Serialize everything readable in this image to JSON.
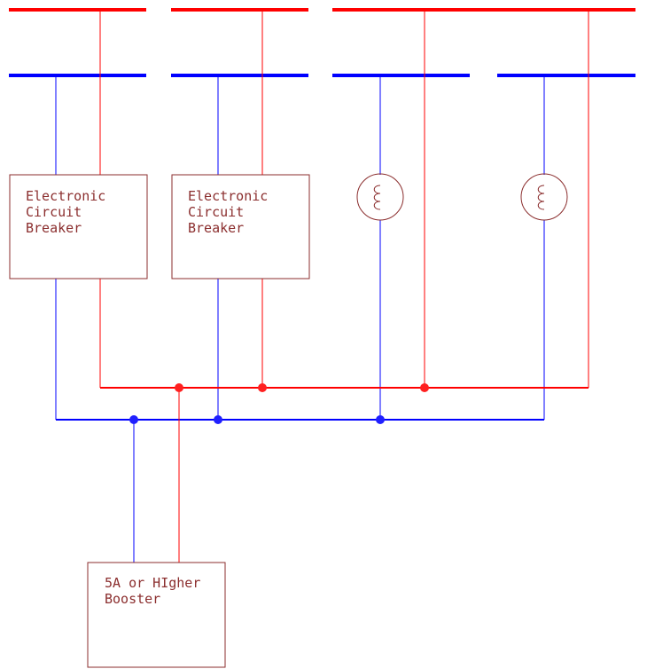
{
  "colors": {
    "positive": "#ff0000",
    "negative": "#0000ff",
    "box_outline": "#8b2e2e",
    "text": "#8b2e2e",
    "junction_positive": "#ff2020",
    "junction_negative": "#2020ff"
  },
  "breakers": [
    {
      "lines": [
        "Electronic",
        "Circuit",
        "Breaker"
      ]
    },
    {
      "lines": [
        "Electronic",
        "Circuit",
        "Breaker"
      ]
    }
  ],
  "lamps": [
    {
      "icon": "lamp-icon"
    },
    {
      "icon": "lamp-icon"
    }
  ],
  "booster": {
    "lines": [
      "5A or HIgher",
      "Booster"
    ]
  }
}
